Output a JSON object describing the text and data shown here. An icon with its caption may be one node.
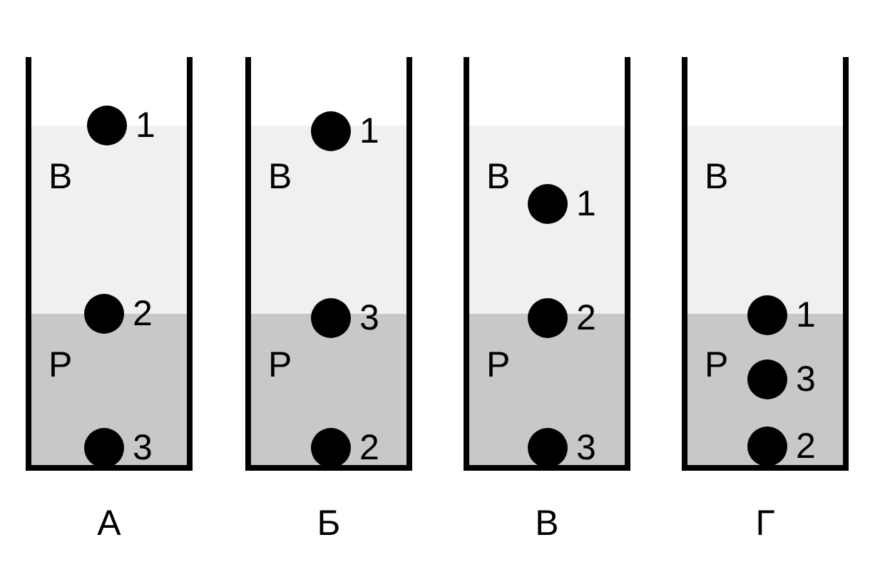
{
  "diagram": {
    "nodes": [
      {
        "text": [],
        "shape": "box",
        "beside": [
          "А"
        ]
      },
      {
        "text": [
          "В"
        ],
        "in": 0
      },
      {
        "text": [
          "Р"
        ],
        "in": 0
      },
      {
        "text": [],
        "shape": "circle",
        "beside": [
          "1"
        ],
        "in": 0
      },
      {
        "text": [],
        "shape": "circle",
        "beside": [
          "2"
        ],
        "in": 0
      },
      {
        "text": [],
        "shape": "circle",
        "beside": [
          "3"
        ],
        "in": 2
      },
      {
        "text": [],
        "shape": "box",
        "beside": [
          "Б"
        ]
      },
      {
        "text": [
          "В"
        ],
        "in": 6
      },
      {
        "text": [
          "Р"
        ],
        "in": 6
      },
      {
        "text": [],
        "shape": "circle",
        "beside": [
          "1"
        ],
        "in": 6
      },
      {
        "text": [],
        "shape": "circle",
        "beside": [
          "3"
        ],
        "in": 6
      },
      {
        "text": [],
        "shape": "circle",
        "beside": [
          "2"
        ],
        "in": 8
      },
      {
        "text": [],
        "shape": "box",
        "beside": [
          "В"
        ]
      },
      {
        "text": [
          "В"
        ],
        "in": 12
      },
      {
        "text": [
          "Р"
        ],
        "in": 12
      },
      {
        "text": [],
        "shape": "circle",
        "beside": [
          "1"
        ],
        "in": 13
      },
      {
        "text": [],
        "shape": "circle",
        "beside": [
          "2"
        ],
        "in": 12
      },
      {
        "text": [],
        "shape": "circle",
        "beside": [
          "3"
        ],
        "in": 14
      },
      {
        "text": [],
        "shape": "box",
        "beside": [
          "Г"
        ]
      },
      {
        "text": [
          "В"
        ],
        "in": 18
      },
      {
        "text": [
          "Р"
        ],
        "in": 18
      },
      {
        "text": [],
        "shape": "circle",
        "beside": [
          "1"
        ],
        "in": 18
      },
      {
        "text": [],
        "shape": "circle",
        "beside": [
          "3"
        ],
        "in": 20
      },
      {
        "text": [],
        "shape": "circle",
        "beside": [
          "2"
        ],
        "in": 20
      }
    ]
  }
}
